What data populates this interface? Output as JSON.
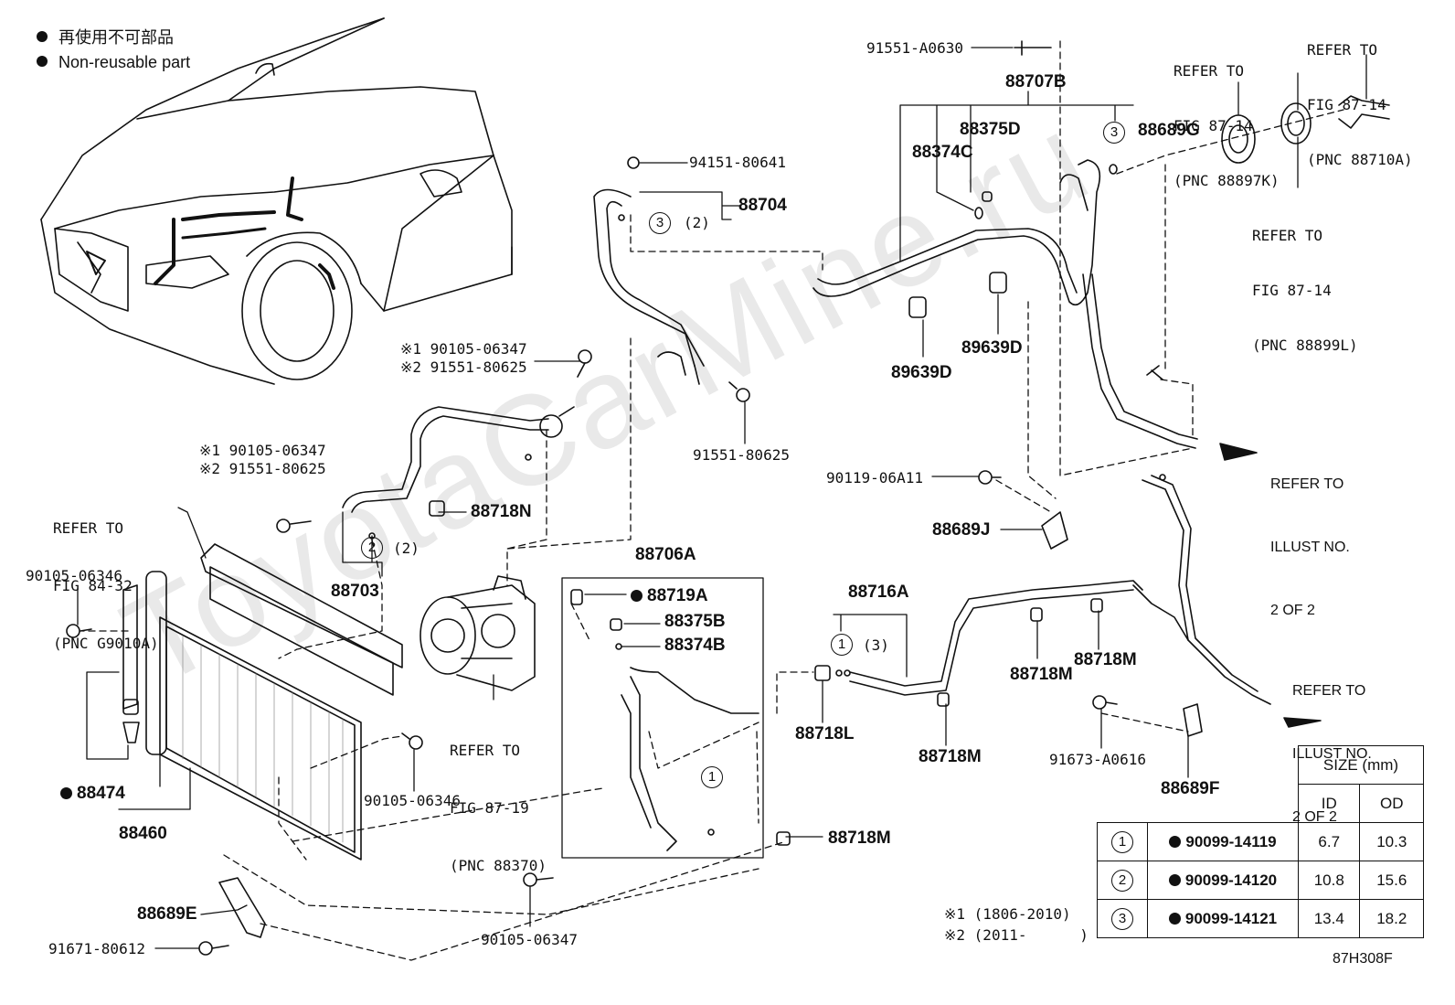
{
  "legend": {
    "line1": "再使用不可部品",
    "line2": "Non-reusable part"
  },
  "watermark": "ToyotaCarMine.ru",
  "figure_code": "87H308F",
  "labels": {
    "p91551_A0630": "91551-A0630",
    "p88707B": "88707B",
    "p88375D": "88375D",
    "p88374C": "88374C",
    "p88689G": "88689G",
    "p94151_80641": "94151-80641",
    "p88704": "88704",
    "c3_2_a": "(2)",
    "p89639D_a": "89639D",
    "p89639D_b": "89639D",
    "alt1_90105_06347_a": "※1 90105-06347",
    "alt2_91551_80625_a": "※2 91551-80625",
    "p91551_80625": "91551-80625",
    "alt1_90105_06347_b": "※1 90105-06347",
    "alt2_91551_80625_b": "※2 91551-80625",
    "p88718N": "88718N",
    "c2_2": "(2)",
    "p88703": "88703",
    "p90119_06A11": "90119-06A11",
    "p88689J": "88689J",
    "p90105_06346_a": "90105-06346",
    "p88706A": "88706A",
    "p88719A": "88719A",
    "p88375B": "88375B",
    "p88374B": "88374B",
    "p88716A": "88716A",
    "c1_3": "(3)",
    "p88718M_a": "88718M",
    "p88718M_b": "88718M",
    "p88718L": "88718L",
    "p88718M_c": "88718M",
    "p91673_A0616": "91673-A0616",
    "p88689F": "88689F",
    "p90105_06346_b": "90105-06346",
    "p88474": "88474",
    "p88460": "88460",
    "p88718M_d": "88718M",
    "p88689E": "88689E",
    "p91671_80612": "91671-80612",
    "p90105_06347": "90105-06347",
    "period1": "※1 (1806-2010)",
    "period2": "※2 (2011-      )"
  },
  "refer_notes": {
    "fig87_14_pnc88710A": [
      "REFER TO",
      "FIG 87-14",
      "(PNC 88710A)"
    ],
    "fig87_14_pnc88897K": [
      "REFER TO",
      "FIG 87-14",
      "(PNC 88897K)"
    ],
    "fig87_14_pnc88899L": [
      "REFER TO",
      "FIG 87-14",
      "(PNC 88899L)"
    ],
    "fig84_32_pncG9010A": [
      "REFER TO",
      "FIG 84-32",
      "(PNC G9010A)"
    ],
    "fig87_19_pnc88370": [
      "REFER TO",
      "FIG 87-19",
      "(PNC 88370)"
    ],
    "illust_2of2_a": [
      "REFER TO",
      "ILLUST NO.",
      "2 OF 2"
    ],
    "illust_2of2_b": [
      "REFER TO",
      "ILLUST NO.",
      "2 OF 2"
    ]
  },
  "circled_numbers": {
    "one": "1",
    "two": "2",
    "three": "3"
  },
  "size_table": {
    "header": "SIZE (mm)",
    "col_id": "ID",
    "col_od": "OD",
    "rows": [
      {
        "ref": "1",
        "part": "90099-14119",
        "id": "6.7",
        "od": "10.3"
      },
      {
        "ref": "2",
        "part": "90099-14120",
        "id": "10.8",
        "od": "15.6"
      },
      {
        "ref": "3",
        "part": "90099-14121",
        "id": "13.4",
        "od": "18.2"
      }
    ]
  }
}
